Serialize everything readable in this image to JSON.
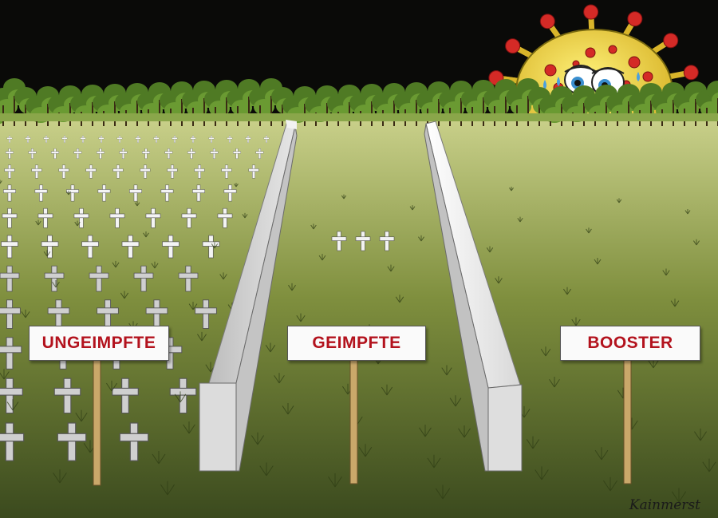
{
  "signs": {
    "unvaccinated": "UNGEIMPFTE",
    "vaccinated": "GEIMPFTE",
    "booster": "BOOSTER"
  },
  "signature": "Kainmerst",
  "colors": {
    "night_sky": "#0a0a08",
    "field_far": "#c9d08a",
    "field_near": "#3b4a1e",
    "sign_text": "#b3121d",
    "virus_body": "#e8d634",
    "virus_spikes": "#d42a26"
  },
  "crosses": {
    "unvaccinated_rows": 11,
    "vaccinated_count": 3,
    "booster_count": 0
  }
}
